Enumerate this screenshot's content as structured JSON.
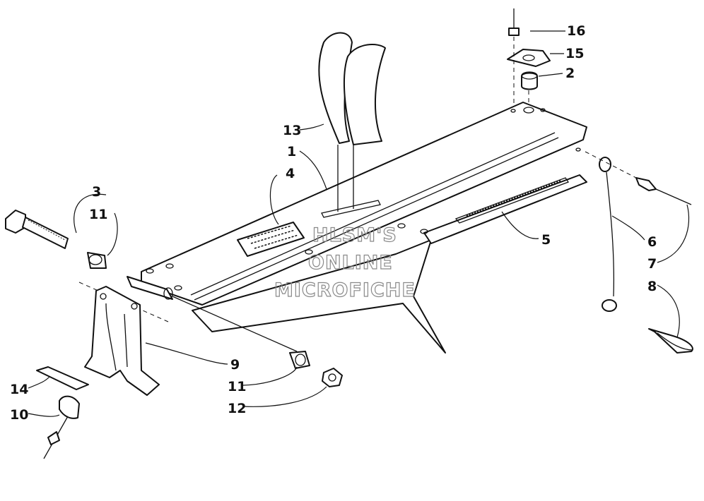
{
  "diagram": {
    "callouts": {
      "c1": "1",
      "c2": "2",
      "c3": "3",
      "c4": "4",
      "c5": "5",
      "c6": "6",
      "c7": "7",
      "c8": "8",
      "c9": "9",
      "c10": "10",
      "c11a": "11",
      "c11b": "11",
      "c12": "12",
      "c13": "13",
      "c14": "14",
      "c15": "15",
      "c16": "16"
    },
    "watermark": {
      "line1": "HLSM'S",
      "line2": "ONLINE",
      "line3": "MICROFICHE"
    }
  }
}
